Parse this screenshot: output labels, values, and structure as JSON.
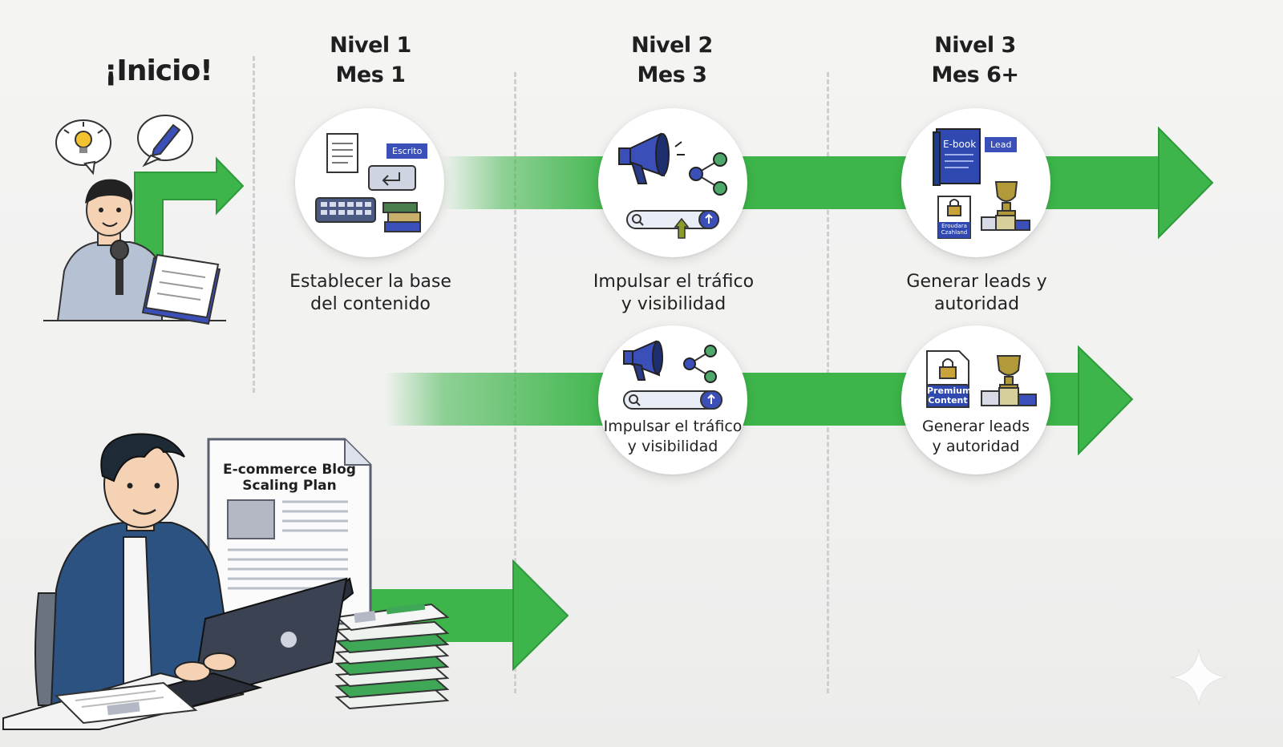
{
  "start": {
    "title": "¡Inicio!"
  },
  "levels": [
    {
      "name": "Nivel 1",
      "time": "Mes 1",
      "caption_line1": "Establecer la base",
      "caption_line2": "del contenido",
      "tag": "Escrito"
    },
    {
      "name": "Nivel 2",
      "time": "Mes 3",
      "caption_line1": "Impulsar el tráfico",
      "caption_line2": "y visibilidad"
    },
    {
      "name": "Nivel 3",
      "time": "Mes 6+",
      "caption_line1": "Generar leads y",
      "caption_line2": "autoridad",
      "tag_ebook": "E-book",
      "tag_lead": "Lead",
      "doc_label": "Eroudara Czahland"
    }
  ],
  "lower_row": [
    {
      "caption_line1": "Impulsar el tráfico",
      "caption_line2": "y visibilidad"
    },
    {
      "caption_line1": "Generar leads",
      "caption_line2": "y autoridad",
      "badge_line1": "Premium",
      "badge_line2": "Content"
    }
  ],
  "plan_doc": {
    "title_line1": "E-commerce Blog",
    "title_line2": "Scaling Plan"
  },
  "colors": {
    "arrow_green": "#3db54a",
    "arrow_dark": "#2e9a3c",
    "accent_blue": "#3a4fb8",
    "navy": "#1e3c8c"
  }
}
